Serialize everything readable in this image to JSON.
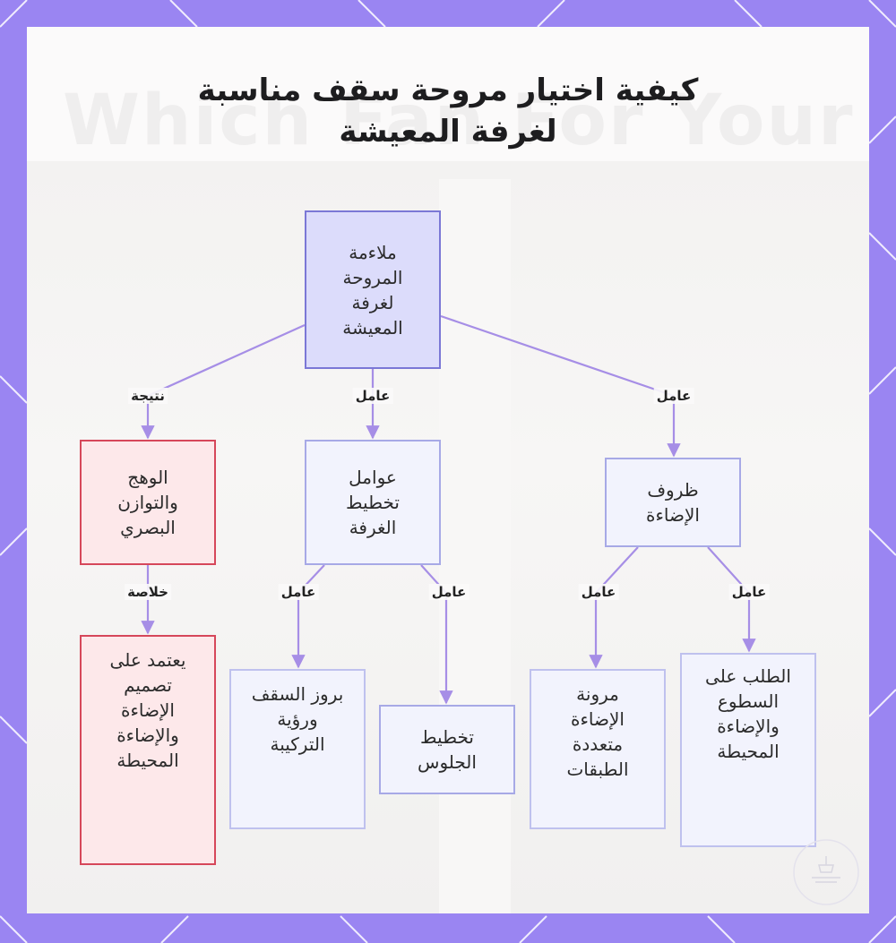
{
  "title": {
    "line1": "كيفية اختيار مروحة سقف مناسبة",
    "line2": "لغرفة المعيشة"
  },
  "background_text": "Which Fan For Your Room?",
  "nodes": {
    "root": "ملاءمة\nالمروحة\nلغرفة\nالمعيشة",
    "lighting": "ظروف\nالإضاءة",
    "layout": "عوامل\nتخطيط\nالغرفة",
    "glare": "الوهج\nوالتوازن\nالبصري",
    "surface": "الطلب على\nالسطوع\nوالإضاءة\nالمحيطة",
    "layered": "مرونة\nالإضاءة\nمتعددة\nالطبقات",
    "seating": "تخطيط\nالجلوس",
    "projection": "بروز السقف\nورؤية\nالتركيبة",
    "conclusion": "يعتمد على\nتصميم\nالإضاءة\nوالإضاءة\nالمحيطة"
  },
  "edge_labels": {
    "root_lighting": "عامل",
    "root_layout": "عامل",
    "root_glare": "نتيجة",
    "lighting_surface": "عامل",
    "lighting_layered": "عامل",
    "layout_seating": "عامل",
    "layout_projection": "عامل",
    "glare_conclusion": "خلاصة"
  },
  "colors": {
    "frame": "#9a85f2",
    "edge": "#a68ee6",
    "root_fill": "#dcdcfb",
    "root_border": "#7b78d6",
    "factor_border": "#a7a9e6",
    "result_fill": "#fde8ea",
    "result_border": "#d6475a"
  }
}
